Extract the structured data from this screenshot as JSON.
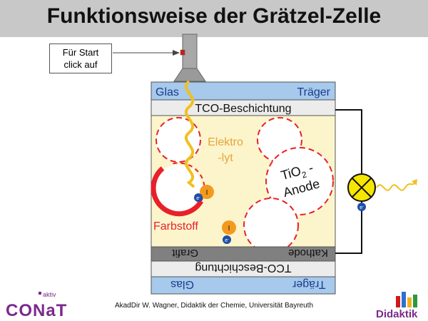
{
  "title": "Funktionsweise der Grätzel-Zelle",
  "start_button": {
    "line1": "Für Start",
    "line2": "click auf"
  },
  "layers": {
    "glass_top_left": "Glas",
    "glass_top_right": "Träger",
    "tco_top": "TCO-Beschichtung",
    "graphite_left": "Grafit",
    "graphite_right": "Kathode",
    "tco_bottom": "TCO-Beschichtung",
    "glass_bottom_left": "Glas",
    "glass_bottom_right": "Träger"
  },
  "labels": {
    "electrolyte_1": "Elektro",
    "electrolyte_2": "-lyt",
    "tio2_main": "TiO",
    "tio2_sub": "2",
    "tio2_dash": " -",
    "anode": "Anode",
    "dye": "Farbstoff",
    "electron": "e",
    "electron_sup": "-",
    "iodide": "I"
  },
  "footer": "AkadDir W. Wagner, Didaktik der Chemie, Universität Bayreuth",
  "logos": {
    "left_main": "CONaT",
    "left_small": "aktiv",
    "right": "Didaktik"
  },
  "colors": {
    "glass": "#a6c9ec",
    "tco": "#ececec",
    "electrolyte": "#fcf5cc",
    "graphite": "#808080",
    "dye": "#e8202a",
    "light": "#f0c020",
    "electrolyte_text": "#e8a33a",
    "iodide": "#f39a1e",
    "electron": "#1f4fa8",
    "lamp": "#f6e600"
  }
}
